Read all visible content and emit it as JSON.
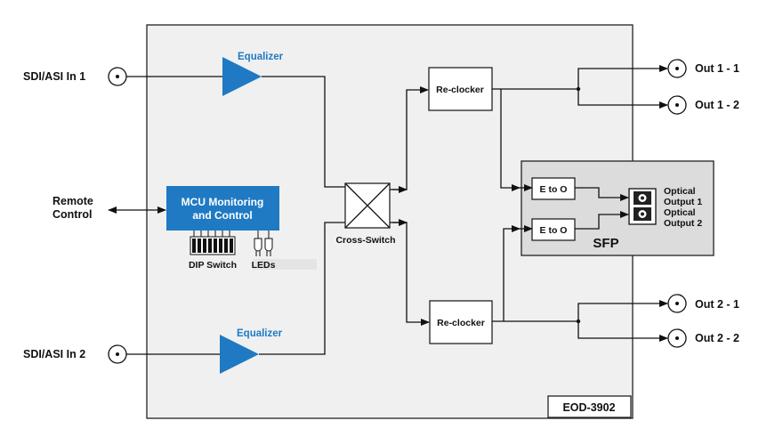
{
  "inputs": {
    "in1": "SDI/ASI In 1",
    "in2": "SDI/ASI In 2",
    "remote": [
      "Remote",
      "Control"
    ]
  },
  "blocks": {
    "equalizer": "Equalizer",
    "mcu": [
      "MCU Monitoring",
      "and Control"
    ],
    "dip_switch": "DIP Switch",
    "leds": "LEDs",
    "cross_switch": "Cross-Switch",
    "reclocker": "Re-clocker",
    "e_to_o": "E to O",
    "optical_1": [
      "Optical",
      "Output 1"
    ],
    "optical_2": [
      "Optical",
      "Output 2"
    ],
    "sfp": "SFP",
    "model": "EOD-3902"
  },
  "outputs": {
    "out11": "Out 1 - 1",
    "out12": "Out 1 - 2",
    "out21": "Out 2 - 1",
    "out22": "Out 2 - 2"
  },
  "colors": {
    "accent_blue": "#1f7ac3",
    "panel_fill": "#f0f0f0",
    "sfp_fill": "#dcdcdc"
  }
}
